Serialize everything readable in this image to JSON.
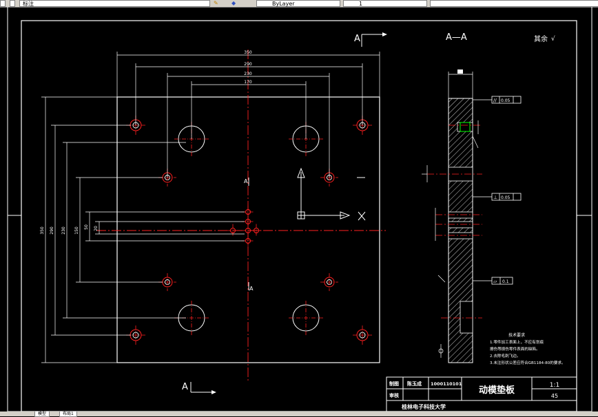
{
  "toolbar": {
    "layer_value": "标注",
    "linetype_value": "1",
    "color_label": "ByLayer"
  },
  "drawing": {
    "section_label_top": "A",
    "section_label_bottom": "A",
    "section_label_mid_top": "A",
    "section_label_mid_bottom": "A",
    "section_view_title": "A—A",
    "roughness_note": "其余",
    "dims": {
      "w_overall": "350",
      "w_inner1": "290",
      "w_inner2": "230",
      "w_inner3": "170",
      "h_overall": "350",
      "h_inner1": "290",
      "h_inner2": "230",
      "h_inner3": "150",
      "h_inner4": "50",
      "h_inner5": "20"
    },
    "tolerance_flat": "0.05",
    "tolerance_perp": "0.05",
    "tolerance_cyl": "0.1",
    "tech_req": {
      "title": "技术要求",
      "lines": [
        "1.零件加工表面上，不应有划痕",
        "擦伤等损伤零件表面的缺陷。",
        "2.去除毛刺飞边。",
        "3.未注形状公差应符合GB1184-80的要求。"
      ]
    },
    "title_block": {
      "drawn_label": "制图",
      "drawn_name": "陈玉成",
      "drawn_id": "1000110101",
      "checked_label": "审核",
      "part_name": "动模垫板",
      "scale": "1:1",
      "material": "45",
      "school": "桂林电子科技大学"
    }
  },
  "bottom_tabs": [
    "模型",
    "布局1"
  ],
  "colors": {
    "background": "#000000",
    "line": "#ffffff",
    "center": "#ff2020",
    "hatch": "#ffffff",
    "green": "#00ff00"
  }
}
